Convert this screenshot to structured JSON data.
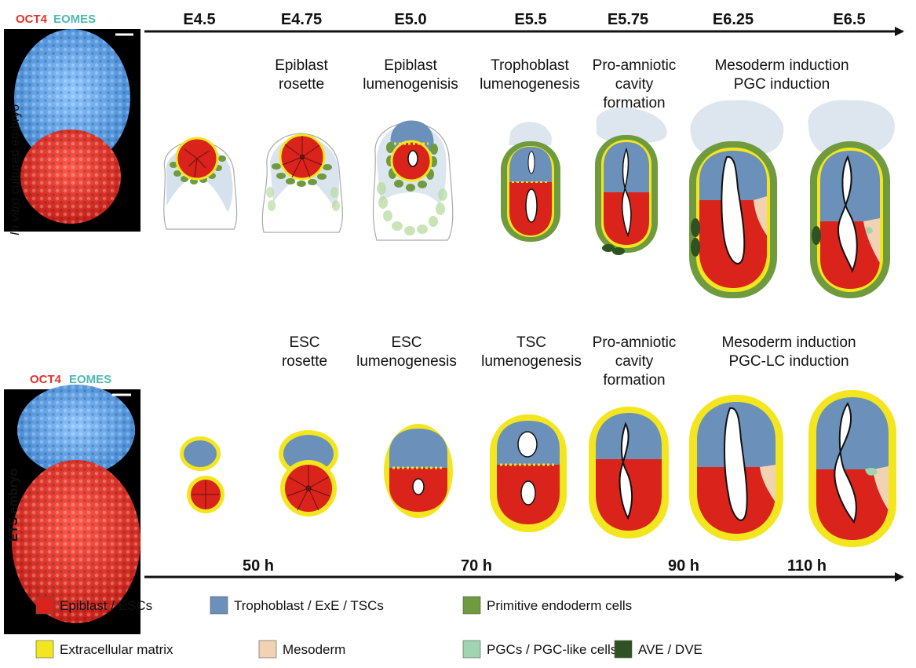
{
  "colors": {
    "epiblast": "#d9231b",
    "trophoblast": "#6b90b9",
    "primitive_endoderm": "#6f9a3d",
    "ecm": "#f3e61f",
    "mesoderm": "#f1d3b3",
    "pgc": "#9fd5b0",
    "ave": "#2f5221",
    "arrow": "#111111",
    "oct4": "#e0332a",
    "eomes": "#4fb8b2"
  },
  "top_panel": {
    "stain_oct4": "OCT4",
    "stain_eomes": "EOMES",
    "side_label_italic": "In vitro",
    "side_label_rest": " cultured embryo",
    "stages": [
      "E4.5",
      "E4.75",
      "E5.0",
      "E5.5",
      "E5.75",
      "E6.25",
      "E6.5"
    ],
    "events": [
      {
        "lines": [
          "Epiblast",
          "rosette"
        ]
      },
      {
        "lines": [
          "Epiblast",
          "lumenogenisis"
        ]
      },
      {
        "lines": [
          "Trophoblast",
          "lumenogenesis"
        ]
      },
      {
        "lines": [
          "Pro-amniotic",
          "cavity",
          "formation"
        ]
      },
      {
        "lines": [
          "Mesoderm induction",
          "PGC induction"
        ]
      }
    ]
  },
  "bottom_panel": {
    "stain_oct4": "OCT4",
    "stain_eomes": "EOMES",
    "side_label": "ETS embryo",
    "times": [
      "50 h",
      "70 h",
      "90 h",
      "110 h"
    ],
    "events": [
      {
        "lines": [
          "ESC",
          "rosette"
        ]
      },
      {
        "lines": [
          "ESC",
          "lumenogenesis"
        ]
      },
      {
        "lines": [
          "TSC",
          "lumenogenesis"
        ]
      },
      {
        "lines": [
          "Pro-amniotic",
          "cavity",
          "formation"
        ]
      },
      {
        "lines": [
          "Mesoderm induction",
          "PGC-LC induction"
        ]
      }
    ]
  },
  "legend": [
    {
      "label": "Epiblast / ESCs",
      "color_key": "epiblast"
    },
    {
      "label": "Trophoblast / ExE / TSCs",
      "color_key": "trophoblast"
    },
    {
      "label": "Primitive endoderm cells",
      "color_key": "primitive_endoderm"
    },
    {
      "label": "Extracellular matrix",
      "color_key": "ecm"
    },
    {
      "label": "Mesoderm",
      "color_key": "mesoderm"
    },
    {
      "label": "PGCs / PGC-like cells",
      "color_key": "pgc"
    },
    {
      "label": "AVE / DVE",
      "color_key": "ave"
    }
  ]
}
